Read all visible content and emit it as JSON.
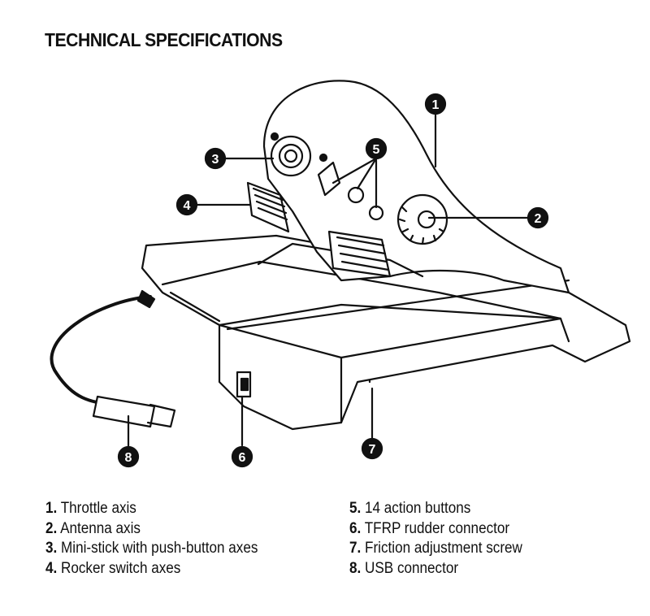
{
  "title": "TECHNICAL SPECIFICATIONS",
  "callouts": [
    "1",
    "2",
    "3",
    "4",
    "5",
    "6",
    "7",
    "8"
  ],
  "specs_left": [
    {
      "num": "1.",
      "label": "Throttle axis"
    },
    {
      "num": "2.",
      "label": "Antenna axis"
    },
    {
      "num": "3.",
      "label": "Mini-stick with push-button axes"
    },
    {
      "num": "4.",
      "label": "Rocker switch axes"
    }
  ],
  "specs_right": [
    {
      "num": "5.",
      "label": "14 action buttons"
    },
    {
      "num": "6.",
      "label": "TFRP rudder connector"
    },
    {
      "num": "7.",
      "label": "Friction adjustment screw"
    },
    {
      "num": "8.",
      "label": "USB connector"
    }
  ]
}
